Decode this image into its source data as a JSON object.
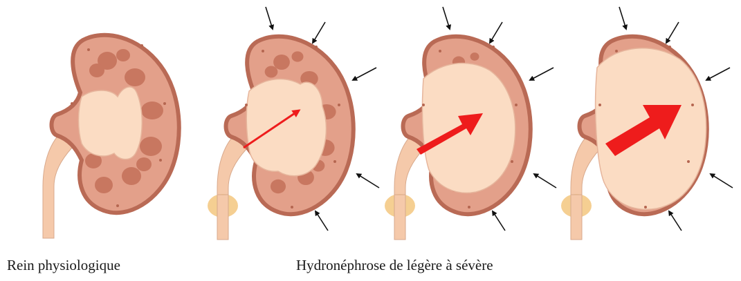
{
  "captions": {
    "left": "Rein physiologique",
    "right": "Hydronéphrose de légère à sévère"
  },
  "panels": [
    {
      "stage": "normal",
      "compression_arrows": false,
      "pressure_arrow": "none"
    },
    {
      "stage": "mild",
      "compression_arrows": true,
      "pressure_arrow": "thin"
    },
    {
      "stage": "moderate",
      "compression_arrows": true,
      "pressure_arrow": "medium"
    },
    {
      "stage": "severe",
      "compression_arrows": true,
      "pressure_arrow": "large"
    }
  ],
  "colors": {
    "capsule_outer": "#b96a55",
    "cortex": "#e3a08a",
    "pyramid": "#c87760",
    "pelvis": "#fbdcc3",
    "ureter": "#f5c9aa",
    "bladder_ring": "#f3c77f",
    "pressure_arrow": "#ee1c1c",
    "compression_arrow": "#111111"
  }
}
